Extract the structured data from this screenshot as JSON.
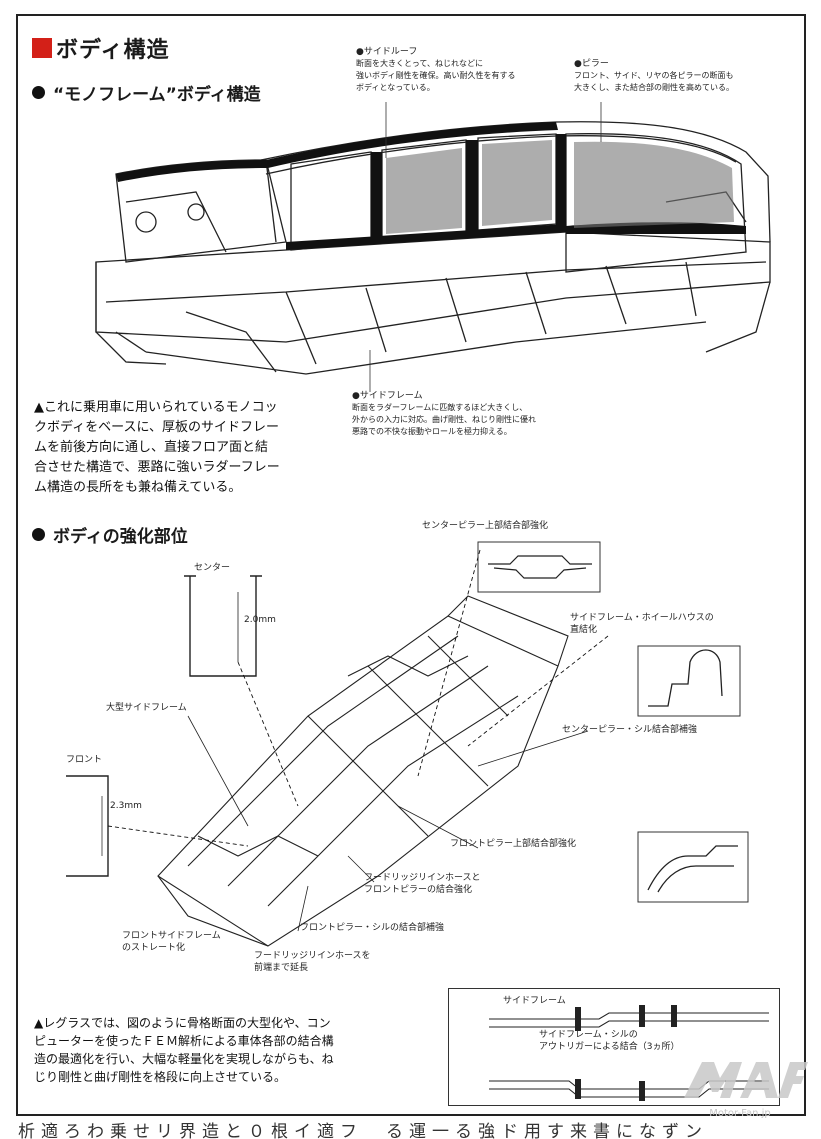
{
  "title": "ボディ構造",
  "section1": {
    "heading": "“モノフレーム”ボディ構造",
    "side_roof": {
      "title": "サイドルーフ",
      "text": [
        "断面を大きくとって、ねじれなどに",
        "強いボディ剛性を確保。高い耐久性を有する",
        "ボディとなっている。"
      ]
    },
    "pillar": {
      "title": "ピラー",
      "text": [
        "フロント、サイド、リヤの各ピラーの断面も",
        "大きくし、また結合部の剛性を高めている。"
      ]
    },
    "side_frame": {
      "title": "サイドフレーム",
      "text": [
        "断面をラダーフレームに匹敵するほど大きくし、",
        "外からの入力に対応。曲げ剛性、ねじり剛性に優れ",
        "悪路での不快な振動やロールを極力抑える。"
      ]
    },
    "caption": [
      "▲これに乗用車に用いられているモノコッ",
      "クボディをベースに、厚板のサイドフレー",
      "ムを前後方向に通し、直接フロア面と結",
      "合させた構造で、悪路に強いラダーフレー",
      "ム構造の長所をも兼ね備えている。"
    ]
  },
  "section2": {
    "heading": "ボディの強化部位",
    "labels": {
      "center_pillar_upper": "センターピラー上部結合部強化",
      "center": "センター",
      "dim_center": "2.0mm",
      "side_frame_wheelhouse": [
        "サイドフレーム・ホイールハウスの",
        "直結化"
      ],
      "center_pillar_sill": "センターピラー・シル結合部補強",
      "large_side_frame": "大型サイドフレーム",
      "front": "フロント",
      "dim_front": "2.3mm",
      "front_pillar_upper": "フロントピラー上部結合部強化",
      "hoodridge": [
        "フードリッジリインホースと",
        "フロントピラーの結合強化"
      ],
      "front_pillar_sill": "フロントピラー・シルの結合部補強",
      "front_side_straight": [
        "フロントサイドフレーム",
        "のストレート化"
      ],
      "hoodridge_extend": [
        "フードリッジリインホースを",
        "前端まで延長"
      ],
      "side_frame_lbl": "サイドフレーム",
      "outrigger": [
        "サイドフレーム・シルの",
        "アウトリガーによる結合（3ヵ所）"
      ]
    },
    "caption": [
      "▲レグラスでは、図のように骨格断面の大型化や、コン",
      "ピューターを使ったＦＥＭ解析による車体各部の結合構",
      "造の最適化を行い、大幅な軽量化を実現しながらも、ね",
      "じり剛性と曲げ剛性を格段に向上させている。"
    ]
  },
  "bottom_row": "析適ろわ乗せリ界造と０根イ適フ　る運一る強ド用す来書になずン",
  "watermark": "Motor-Fan.jp"
}
